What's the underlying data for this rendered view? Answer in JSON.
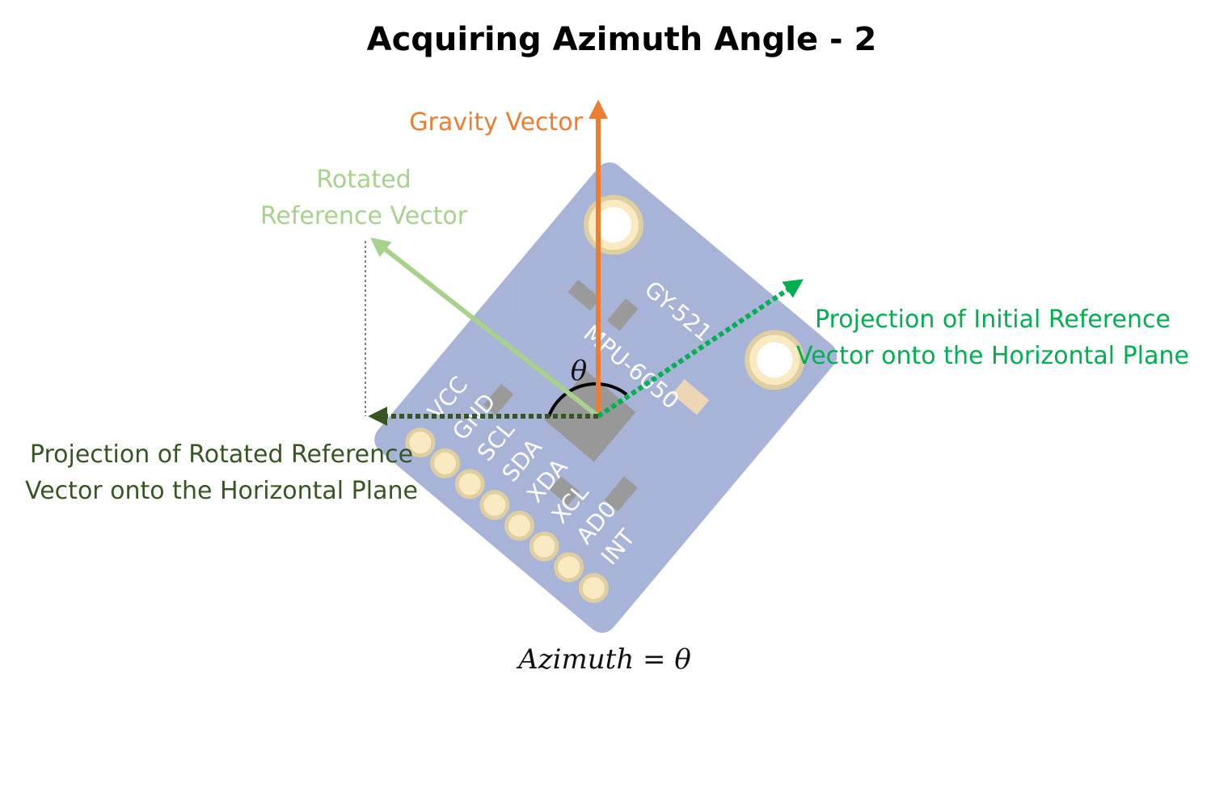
{
  "title": "Acquiring Azimuth Angle - 2",
  "labels": {
    "gravity": "Gravity Vector",
    "rotated_line1": "Rotated",
    "rotated_line2": "Reference Vector",
    "proj_initial_line1": "Projection of Initial Reference",
    "proj_initial_line2": "Vector onto the Horizontal Plane",
    "proj_rotated_line1": "Projection of Rotated Reference",
    "proj_rotated_line2": "Vector onto the Horizontal Plane",
    "theta": "θ",
    "equation": "Azimuth = θ"
  },
  "board": {
    "pins": [
      "VCC",
      "GND",
      "SCL",
      "SDA",
      "XDA",
      "XCL",
      "AD0",
      "INT"
    ],
    "model": "GY-521",
    "chip": "MPU-6050"
  },
  "colors": {
    "gravity": "#ed7d31",
    "rotated": "#a9d18e",
    "proj_initial": "#00b050",
    "proj_rotated": "#375623",
    "board": "#8f9fc9"
  }
}
